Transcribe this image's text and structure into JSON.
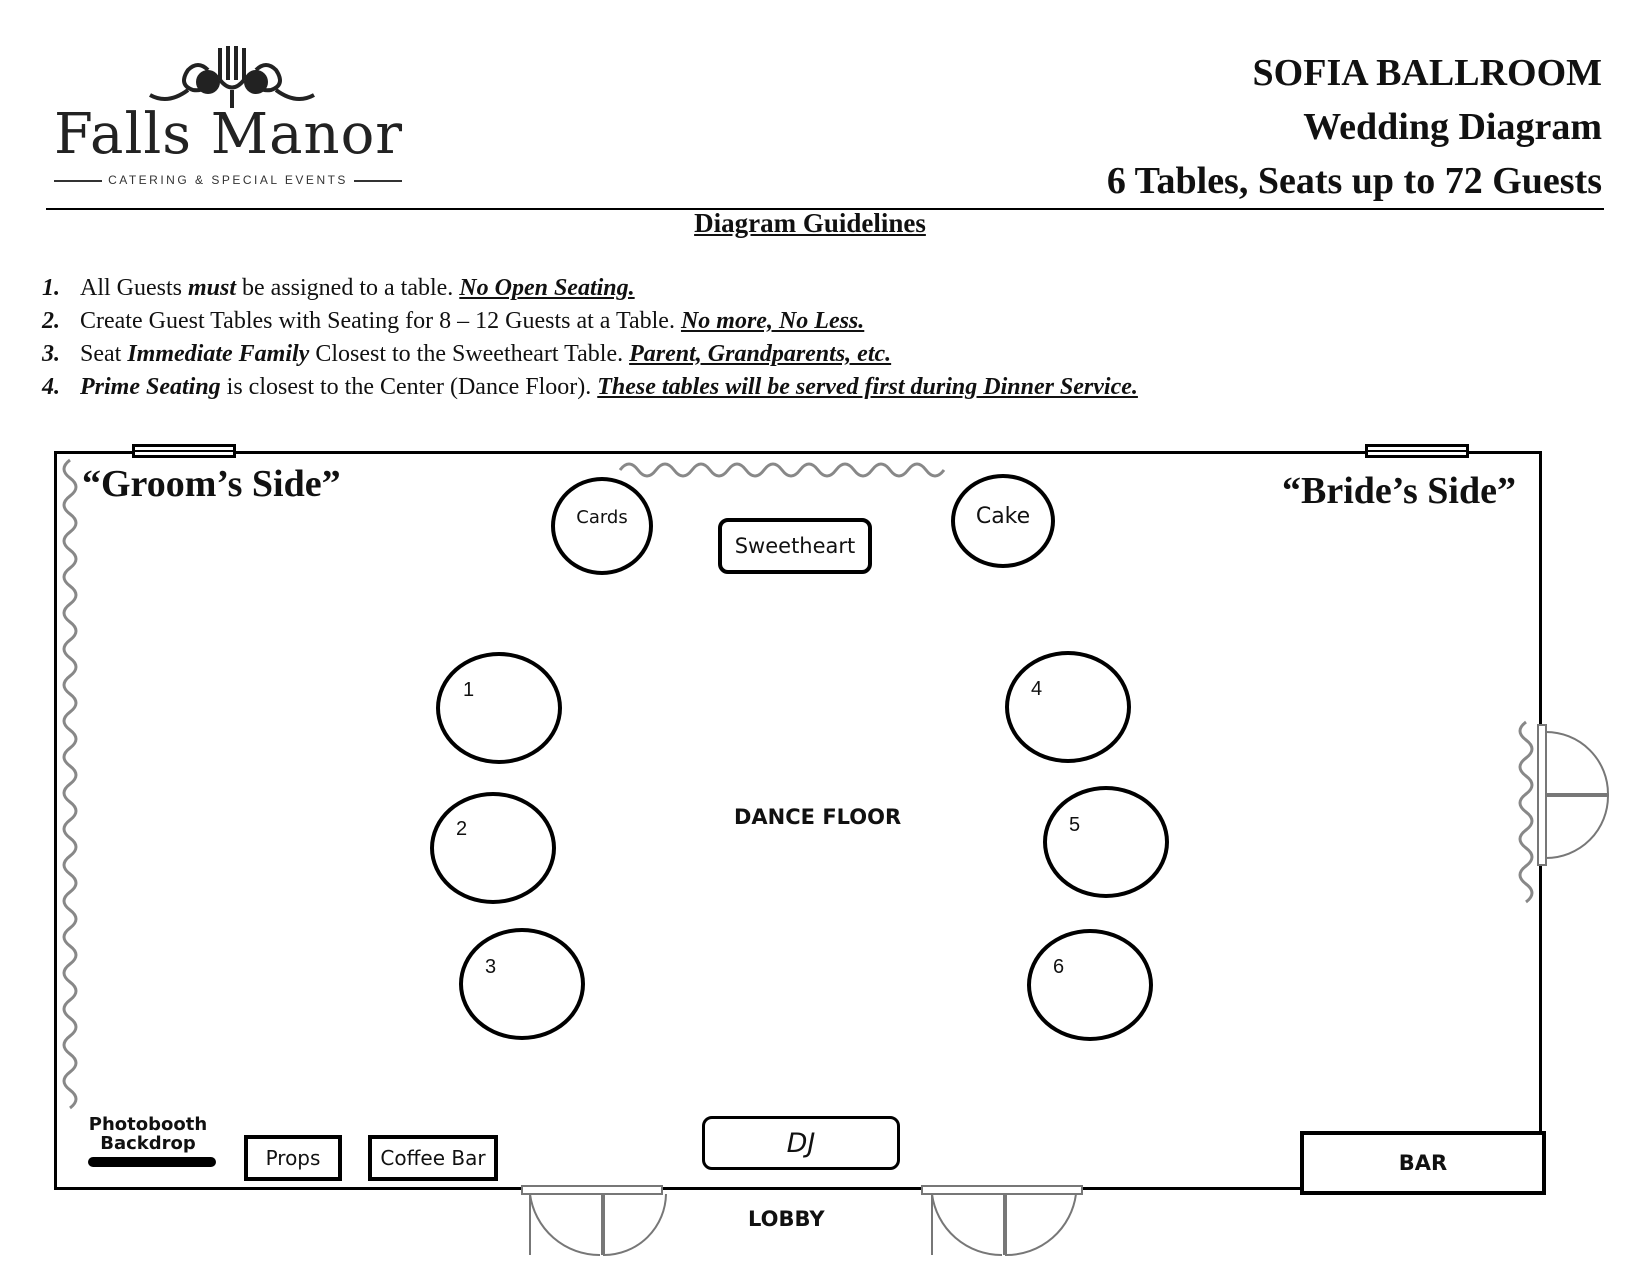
{
  "logo": {
    "name": "Falls Manor",
    "tagline": "CATERING & SPECIAL EVENTS"
  },
  "header": {
    "title_line1": "SOFIA BALLROOM",
    "title_line2": "Wedding Diagram",
    "title_line3": "6 Tables, Seats up to 72 Guests"
  },
  "guidelines": {
    "heading": "Diagram Guidelines",
    "items": [
      {
        "num": "1.",
        "a": "All Guests ",
        "b": "must",
        "c": " be assigned to a table. ",
        "u": "No Open Seating."
      },
      {
        "num": "2.",
        "a": "Create Guest Tables with Seating for 8 – 12 Guests at a Table. ",
        "b": "",
        "c": "",
        "u": "No more, No Less."
      },
      {
        "num": "3.",
        "a": "Seat ",
        "b": "Immediate Family",
        "c": " Closest to the Sweetheart Table. ",
        "u": "Parent, Grandparents, etc."
      },
      {
        "num": "4.",
        "a": "",
        "b": "Prime Seating",
        "c": " is closest to the Center (Dance Floor). ",
        "u": "These tables will be served first during Dinner Service."
      }
    ]
  },
  "floorplan": {
    "grooms_side": "“Groom’s Side”",
    "brides_side": "“Bride’s Side”",
    "cards": "Cards",
    "cake": "Cake",
    "sweetheart": "Sweetheart",
    "tables": [
      "1",
      "2",
      "3",
      "4",
      "5",
      "6"
    ],
    "dance_floor": "DANCE FLOOR",
    "dj": "DJ",
    "photobooth_line1": "Photobooth",
    "photobooth_line2": "Backdrop",
    "props": "Props",
    "coffee_bar": "Coffee Bar",
    "bar": "BAR",
    "lobby": "LOBBY"
  }
}
